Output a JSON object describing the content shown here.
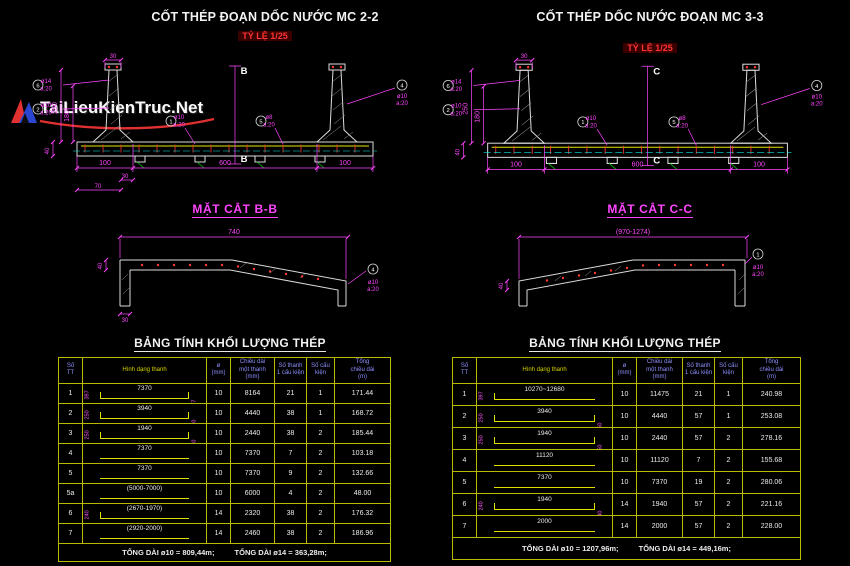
{
  "watermark": {
    "text": "TaiLieuKienTruc.Net"
  },
  "colors": {
    "magenta": "#ff45ff",
    "yellow": "#e0e000",
    "red": "#ff3434",
    "cyan": "#00e5e5",
    "white": "#ececec"
  },
  "left_panel": {
    "title": "CỐT THÉP ĐOẠN DỐC NƯỚC MC 2-2",
    "scale": "TỶ LỆ 1/25",
    "section_title": "MẶT CẮT B-B",
    "table_title": "BẢNG TÍNH KHỐI LƯỢNG THÉP"
  },
  "right_panel": {
    "title": "CỐT THÉP DỐC NƯỚC ĐOẠN MC 3-3",
    "scale": "TỶ LỆ 1/25",
    "section_title": "MẶT CẮT C-C",
    "table_title": "BẢNG TÍNH KHỐI LƯỢNG THÉP"
  },
  "cs_left": {
    "cut": "B",
    "dim_cap": "30",
    "marker_a": "6",
    "rebar_a1": "ø14",
    "rebar_a2": "a:20",
    "marker_b": "2",
    "rebar_b1": "ø10",
    "rebar_b2": "a:20",
    "dim_stem": "180",
    "dim_wall": "250",
    "dim_slab": "40",
    "marker_c": "1",
    "rebar_c1": "ø10",
    "rebar_c2": "a:20",
    "marker_d": "5",
    "rebar_d1": "ø8",
    "rebar_d2": "a:20",
    "marker_e": "4",
    "rebar_e1": "ø10",
    "rebar_e2": "a:20",
    "dim_left": "100",
    "dim_mid": "600",
    "dim_right": "100",
    "dim_foot": "30",
    "dim_heel": "70"
  },
  "cs_right": {
    "cut": "C",
    "dim_cap": "30",
    "marker_a": "6",
    "rebar_a1": "ø14",
    "rebar_a2": "a:20",
    "marker_b": "2",
    "rebar_b1": "ø10",
    "rebar_b2": "a:20",
    "dim_stem": "180",
    "dim_wall": "250",
    "dim_slab": "40",
    "marker_c": "1",
    "rebar_c1": "ø10",
    "rebar_c2": "a:20",
    "marker_d": "5",
    "rebar_d1": "ø8",
    "rebar_d2": "a:20",
    "marker_e": "4",
    "rebar_e1": "ø10",
    "rebar_e2": "a:20",
    "dim_left": "100",
    "dim_mid": "600",
    "dim_right": "100"
  },
  "det_left": {
    "dim_top": "740",
    "dim_thk": "40",
    "dim_hook": "30",
    "marker": "4",
    "rebar1": "ø10",
    "rebar2": "a:20"
  },
  "det_right": {
    "dim_top": "(970-1274)",
    "dim_thk": "40",
    "marker": "1",
    "rebar1": "ø10",
    "rebar2": "a:20"
  },
  "table_headers": {
    "no": "Số\nTT",
    "shape": "Hình  dạng thanh",
    "dia": "ø\n(mm)",
    "length": "Chiều dài\nmột thanh\n(mm)",
    "per_unit": "Số thanh\n1 cấu kiện",
    "units": "Số cấu\nkiện",
    "total": "Tổng\nchiều dài\n(m)"
  },
  "table_left": {
    "rows": [
      {
        "no": "1",
        "shape": "7370",
        "end_left": "397",
        "end_right": "397",
        "dia": "10",
        "length": "8164",
        "per_unit": "21",
        "units": "1",
        "total": "171.44"
      },
      {
        "no": "2",
        "shape": "3940",
        "end_left": "250",
        "end_right": "250",
        "dia": "10",
        "length": "4440",
        "per_unit": "38",
        "units": "1",
        "total": "168.72"
      },
      {
        "no": "3",
        "shape": "1940",
        "end_left": "250",
        "end_right": "250",
        "dia": "10",
        "length": "2440",
        "per_unit": "38",
        "units": "2",
        "total": "185.44"
      },
      {
        "no": "4",
        "shape": "7370",
        "dia": "10",
        "length": "7370",
        "per_unit": "7",
        "units": "2",
        "total": "103.18"
      },
      {
        "no": "5",
        "shape": "7370",
        "dia": "10",
        "length": "7370",
        "per_unit": "9",
        "units": "2",
        "total": "132.66"
      },
      {
        "no": "5a",
        "shape": "(5000-7000)",
        "dia": "10",
        "length": "6000",
        "per_unit": "4",
        "units": "2",
        "total": "48.00"
      },
      {
        "no": "6",
        "shape": "(2670-1970)",
        "end_left": "240",
        "dia": "14",
        "length": "2320",
        "per_unit": "38",
        "units": "2",
        "total": "176.32"
      },
      {
        "no": "7",
        "shape": "(2920-2000)",
        "dia": "14",
        "length": "2460",
        "per_unit": "38",
        "units": "2",
        "total": "186.96"
      }
    ],
    "total_d10": "TỔNG DÀI ø10 = 809,44m;",
    "total_d14": "TỔNG DÀI ø14 = 363,28m;"
  },
  "table_right": {
    "rows": [
      {
        "no": "1",
        "shape": "10270~12680",
        "end_left": "397",
        "dia": "10",
        "length": "11475",
        "per_unit": "21",
        "units": "1",
        "total": "240.98"
      },
      {
        "no": "2",
        "shape": "3940",
        "end_left": "250",
        "end_right": "250",
        "dia": "10",
        "length": "4440",
        "per_unit": "57",
        "units": "1",
        "total": "253.08"
      },
      {
        "no": "3",
        "shape": "1940",
        "end_left": "250",
        "end_right": "250",
        "dia": "10",
        "length": "2440",
        "per_unit": "57",
        "units": "2",
        "total": "278.16"
      },
      {
        "no": "4",
        "shape": "11120",
        "dia": "10",
        "length": "11120",
        "per_unit": "7",
        "units": "2",
        "total": "155.68"
      },
      {
        "no": "5",
        "shape": "7370",
        "dia": "10",
        "length": "7370",
        "per_unit": "19",
        "units": "2",
        "total": "280.06"
      },
      {
        "no": "6",
        "shape": "1940",
        "end_left": "240",
        "end_right": "240",
        "dia": "14",
        "length": "1940",
        "per_unit": "57",
        "units": "2",
        "total": "221.16"
      },
      {
        "no": "7",
        "shape": "2000",
        "dia": "14",
        "length": "2000",
        "per_unit": "57",
        "units": "2",
        "total": "228.00"
      }
    ],
    "total_d10": "TỔNG DÀI ø10 = 1207,96m;",
    "total_d14": "TỔNG DÀI ø14 = 449,16m;"
  }
}
